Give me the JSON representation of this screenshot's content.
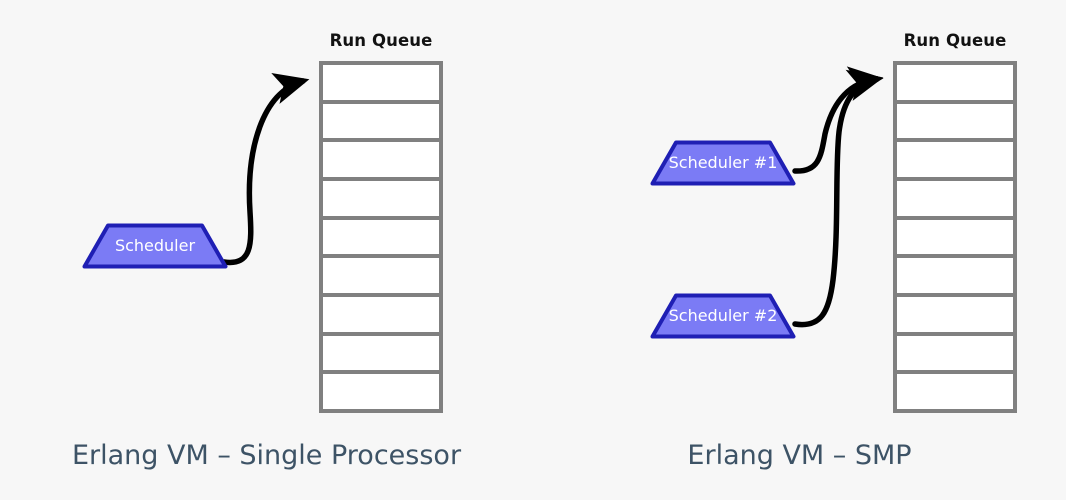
{
  "background_color": "#f7f7f7",
  "diagram": {
    "type": "erlang-vm-scheduler-diagram",
    "panels": [
      {
        "id": "single-processor",
        "caption": "Erlang VM – Single Processor",
        "queue": {
          "title": "Run Queue",
          "cells": [
            "",
            "",
            "",
            "",
            "",
            "",
            "",
            "",
            ""
          ],
          "cell_count": 9,
          "border_color": "#808080",
          "cell_fill": "#ffffff"
        },
        "schedulers": [
          {
            "label": "Scheduler",
            "fill": "#7b7bf5",
            "stroke": "#1f1fb4",
            "text_color": "#ffffff"
          }
        ],
        "arrows": [
          {
            "from": "Scheduler",
            "to": "Run Queue",
            "color": "#000000"
          }
        ]
      },
      {
        "id": "smp",
        "caption": "Erlang VM – SMP",
        "queue": {
          "title": "Run Queue",
          "cells": [
            "",
            "",
            "",
            "",
            "",
            "",
            "",
            "",
            ""
          ],
          "cell_count": 9,
          "border_color": "#808080",
          "cell_fill": "#ffffff"
        },
        "schedulers": [
          {
            "label": "Scheduler #1",
            "fill": "#7b7bf5",
            "stroke": "#1f1fb4",
            "text_color": "#ffffff"
          },
          {
            "label": "Scheduler #2",
            "fill": "#7b7bf5",
            "stroke": "#1f1fb4",
            "text_color": "#ffffff"
          }
        ],
        "arrows": [
          {
            "from": "Scheduler #1",
            "to": "Run Queue",
            "color": "#000000"
          },
          {
            "from": "Scheduler #2",
            "to": "Run Queue",
            "color": "#000000"
          }
        ]
      }
    ]
  }
}
